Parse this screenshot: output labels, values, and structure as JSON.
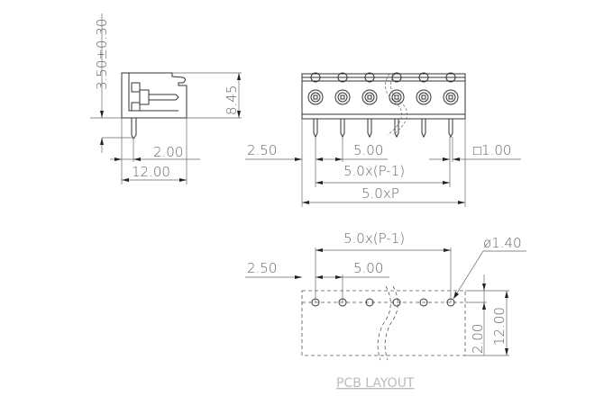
{
  "side_view": {
    "height_tolerance": "3.50±0.30",
    "body_height": "8.45",
    "pin_offset": "2.00",
    "body_depth": "12.00"
  },
  "front_view": {
    "edge_offset": "2.50",
    "pitch": "5.00",
    "pin_size": "□1.00",
    "span_formula": "5.0x(P-1)",
    "length_formula": "5.0xP"
  },
  "pcb_layout": {
    "span_formula": "5.0x(P-1)",
    "hole_diameter": "ø1.40",
    "edge_offset": "2.50",
    "pitch": "5.00",
    "row_offset": "2.00",
    "depth": "12.00",
    "caption": "PCB LAYOUT"
  }
}
